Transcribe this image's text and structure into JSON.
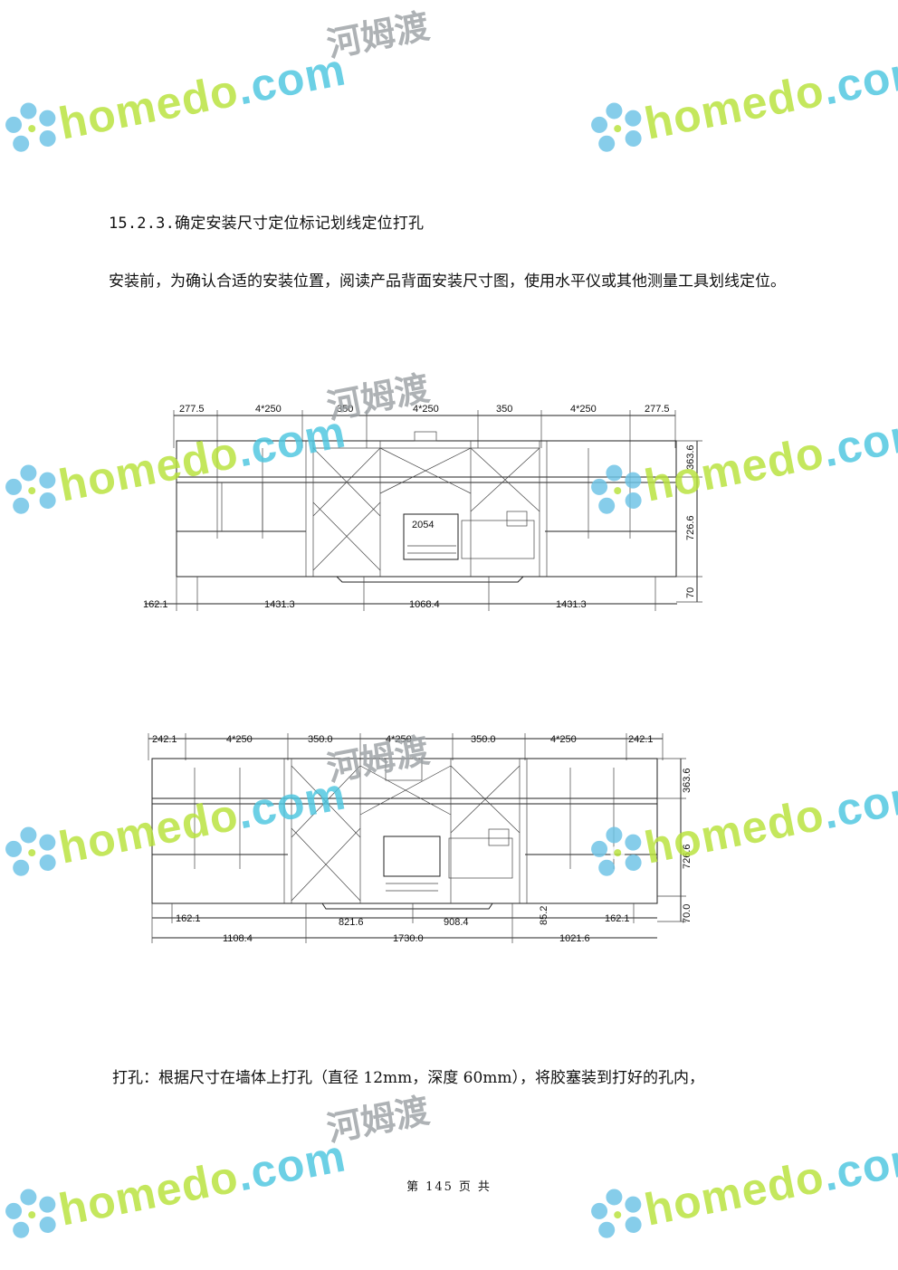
{
  "section_heading": "15.2.3.确定安装尺寸定位标记划线定位打孔",
  "intro_text": "安装前，为确认合适的安装位置，阅读产品背面安装尺寸图，使用水平仪或其他测量工具划线定位。",
  "drill_text": "打孔：根据尺寸在墙体上打孔（直径 12mm，深度 60mm），将胶塞装到打好的孔内，",
  "watermark": {
    "site": "homedo",
    "tld": ".com",
    "cn": "河姆渡"
  },
  "drawing1": {
    "top_dims": [
      "277.5",
      "4*250",
      "350",
      "4*250",
      "350",
      "4*250",
      "277.5"
    ],
    "right_dims": [
      "363.6",
      "726.6",
      "70"
    ],
    "bottom_dims": [
      "162.1",
      "1431.3",
      "1068.4",
      "1431.3"
    ],
    "screen_label": "2054"
  },
  "drawing2": {
    "top_dims": [
      "242.1",
      "4*250",
      "350.0",
      "4*250",
      "350.0",
      "4*250",
      "242.1"
    ],
    "right_dims": [
      "363.6",
      "726.6",
      "70.0"
    ],
    "bottom_dims_row1": [
      "162.1",
      "821.6",
      "908.4",
      "85.2",
      "162.1"
    ],
    "bottom_dims_row2": [
      "1108.4",
      "1730.0",
      "1021.6"
    ]
  },
  "footer": {
    "prefix": "第",
    "page": "145",
    "mid": "页",
    "suffix": "共"
  }
}
